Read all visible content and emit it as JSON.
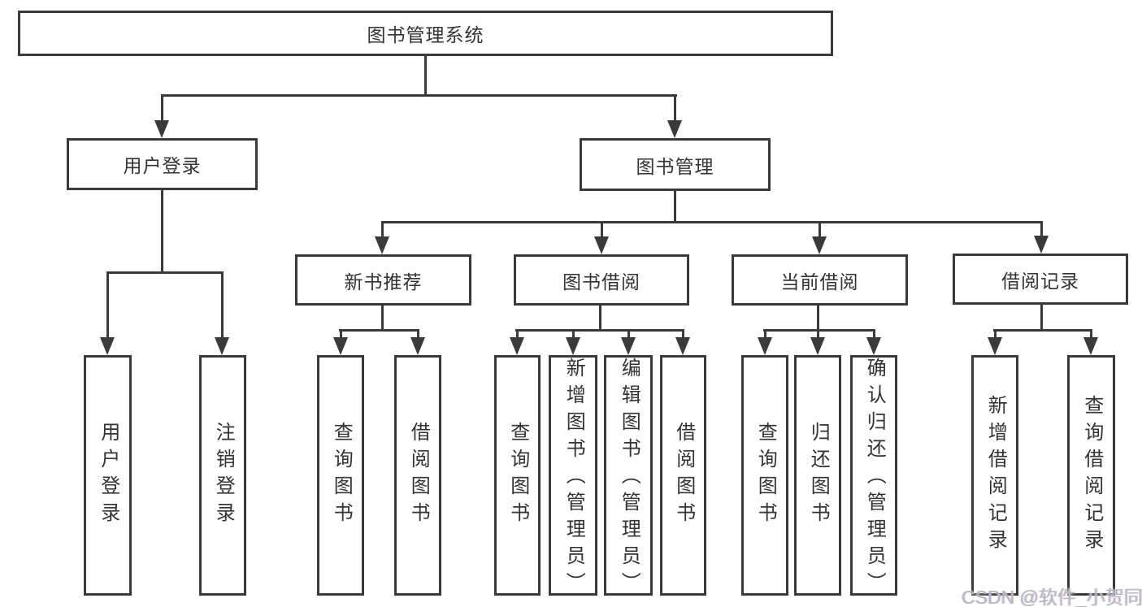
{
  "colors": {
    "line": "#3a3a3a",
    "box_border": "#3a3a3a",
    "text": "#333333",
    "background": "#ffffff",
    "watermark": "#b5b9c0"
  },
  "watermark": {
    "text": "CSDN @软件_小贺同学"
  },
  "hierarchy": {
    "label": "图书管理系统",
    "children": [
      {
        "label": "用户登录",
        "children": [
          {
            "label": "用户登录"
          },
          {
            "label": "注销登录"
          }
        ]
      },
      {
        "label": "图书管理",
        "children": [
          {
            "label": "新书推荐",
            "children": [
              {
                "label": "查询图书"
              },
              {
                "label": "借阅图书"
              }
            ]
          },
          {
            "label": "图书借阅",
            "children": [
              {
                "label": "查询图书"
              },
              {
                "label": "新增图书（管理员）"
              },
              {
                "label": "编辑图书（管理员）"
              },
              {
                "label": "借阅图书"
              }
            ]
          },
          {
            "label": "当前借阅",
            "children": [
              {
                "label": "查询图书"
              },
              {
                "label": "归还图书"
              },
              {
                "label": "确认归还（管理员）"
              }
            ]
          },
          {
            "label": "借阅记录",
            "children": [
              {
                "label": "新增借阅记录"
              },
              {
                "label": "查询借阅记录"
              }
            ]
          }
        ]
      }
    ]
  }
}
